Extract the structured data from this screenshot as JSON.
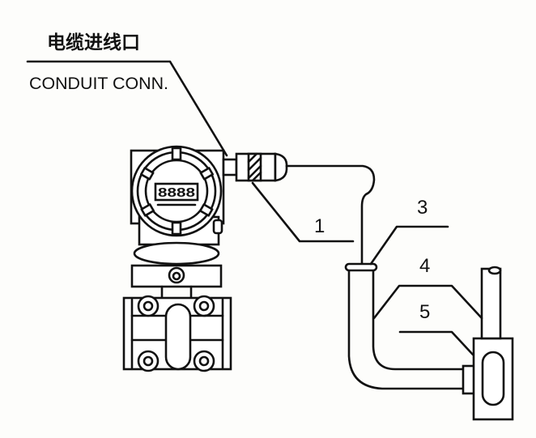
{
  "labels": {
    "conduit_cn": "电缆进线口",
    "conduit_en": "CONDUIT  CONN.",
    "item1": "1",
    "item3": "3",
    "item4": "4",
    "item5": "5"
  },
  "display_digits": "8888",
  "colors": {
    "line": "#111111",
    "background": "#fdfdfb"
  }
}
